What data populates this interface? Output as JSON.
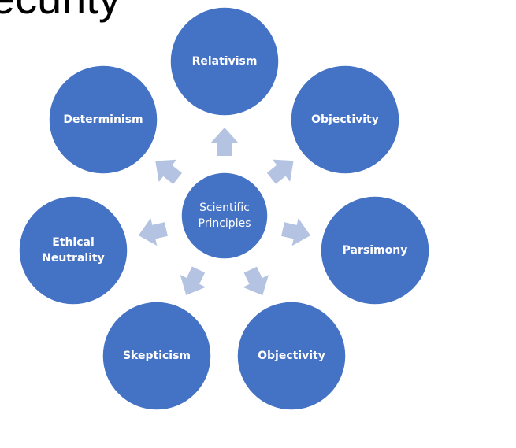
{
  "slide": {
    "title_fragment": "ecurity"
  },
  "diagram": {
    "colors": {
      "node_fill": "#4472C4",
      "node_stroke": "#ffffff",
      "arrow_fill": "#B4C3E1",
      "label_color": "#ffffff"
    },
    "center": {
      "lines": [
        "Scientific",
        "Principles"
      ]
    },
    "nodes": [
      {
        "id": "relativism",
        "lines": [
          "Relativism"
        ]
      },
      {
        "id": "objectivity-top",
        "lines": [
          "Objectivity"
        ]
      },
      {
        "id": "parsimony",
        "lines": [
          "Parsimony"
        ]
      },
      {
        "id": "objectivity-bottom",
        "lines": [
          "Objectivity"
        ]
      },
      {
        "id": "skepticism",
        "lines": [
          "Skepticism"
        ]
      },
      {
        "id": "ethical-neutrality",
        "lines": [
          "Ethical",
          "Neutrality"
        ]
      },
      {
        "id": "determinism",
        "lines": [
          "Determinism"
        ]
      }
    ]
  }
}
